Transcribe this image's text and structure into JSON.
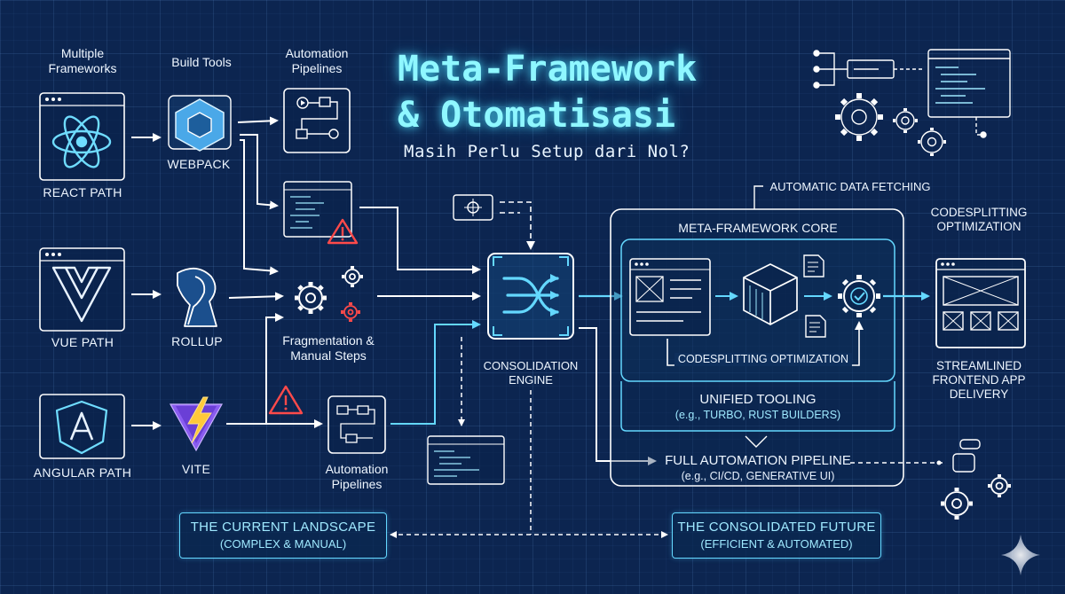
{
  "title_line1": "Meta-Framework",
  "title_line2": "& Otomatisasi",
  "subtitle": "Masih Perlu Setup dari Nol?",
  "columns": {
    "frameworks": "Multiple Frameworks",
    "build_tools": "Build Tools",
    "automation_top": "Automation Pipelines"
  },
  "paths": {
    "react": "REACT PATH",
    "vue": "VUE PATH",
    "angular": "ANGULAR PATH"
  },
  "tools": {
    "webpack": "WEBPACK",
    "rollup": "ROLLUP",
    "vite": "VITE"
  },
  "fragmentation": "Fragmentation & Manual Steps",
  "automation_bottom": "Automation Pipelines",
  "consolidation_engine": "CONSOLIDATION ENGINE",
  "automatic_data_fetching": "AUTOMATIC DATA FETCHING",
  "meta_framework_core": "META-FRAMEWORK CORE",
  "codesplitting_inner": "CODESPLITTING OPTIMIZATION",
  "unified_tooling": {
    "title": "UNIFIED TOOLING",
    "detail": "(e.g., TURBO, RUST BUILDERS)"
  },
  "full_automation": {
    "title": "FULL AUTOMATION PIPELINE",
    "detail": "(e.g., CI/CD, GENERATIVE UI)"
  },
  "codesplitting_top": "CODESPLITTING OPTIMIZATION",
  "delivery": "STREAMLINED FRONTEND APP DELIVERY",
  "landscape": {
    "title": "THE CURRENT LANDSCAPE",
    "detail": "(COMPLEX & MANUAL)"
  },
  "future": {
    "title": "THE CONSOLIDATED FUTURE",
    "detail": "(EFFICIENT & AUTOMATED)"
  },
  "colors": {
    "background": "#0c2550",
    "line": "#ffffff",
    "accent": "#64d8ff",
    "title": "#8ff7ff",
    "warning": "#ff4a4a"
  }
}
